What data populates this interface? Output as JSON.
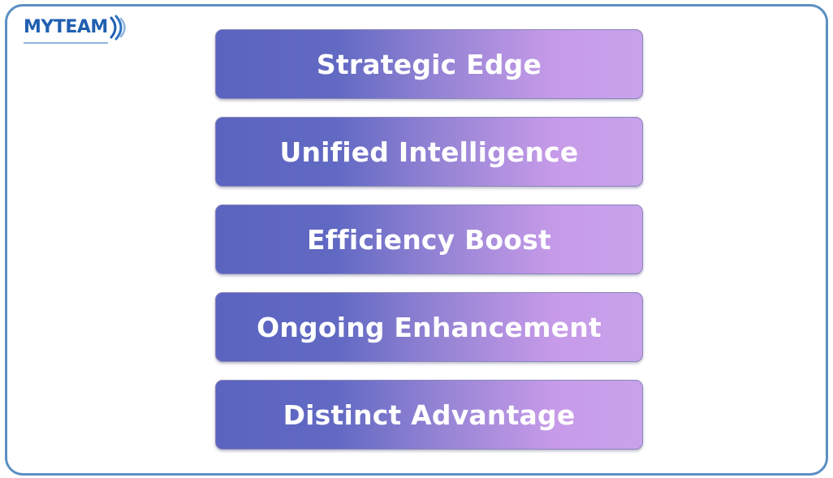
{
  "logo": {
    "text": "MYTEAM",
    "color": "#1f5fb0"
  },
  "frame": {
    "border_color": "#5b8fc4"
  },
  "items": [
    {
      "label": "Strategic Edge"
    },
    {
      "label": "Unified Intelligence"
    },
    {
      "label": "Efficiency Boost"
    },
    {
      "label": "Ongoing Enhancement"
    },
    {
      "label": "Distinct Advantage"
    }
  ],
  "colors": {
    "gradient_start": "#5b64bf",
    "gradient_end": "#c7a2ea",
    "text": "#ffffff"
  }
}
